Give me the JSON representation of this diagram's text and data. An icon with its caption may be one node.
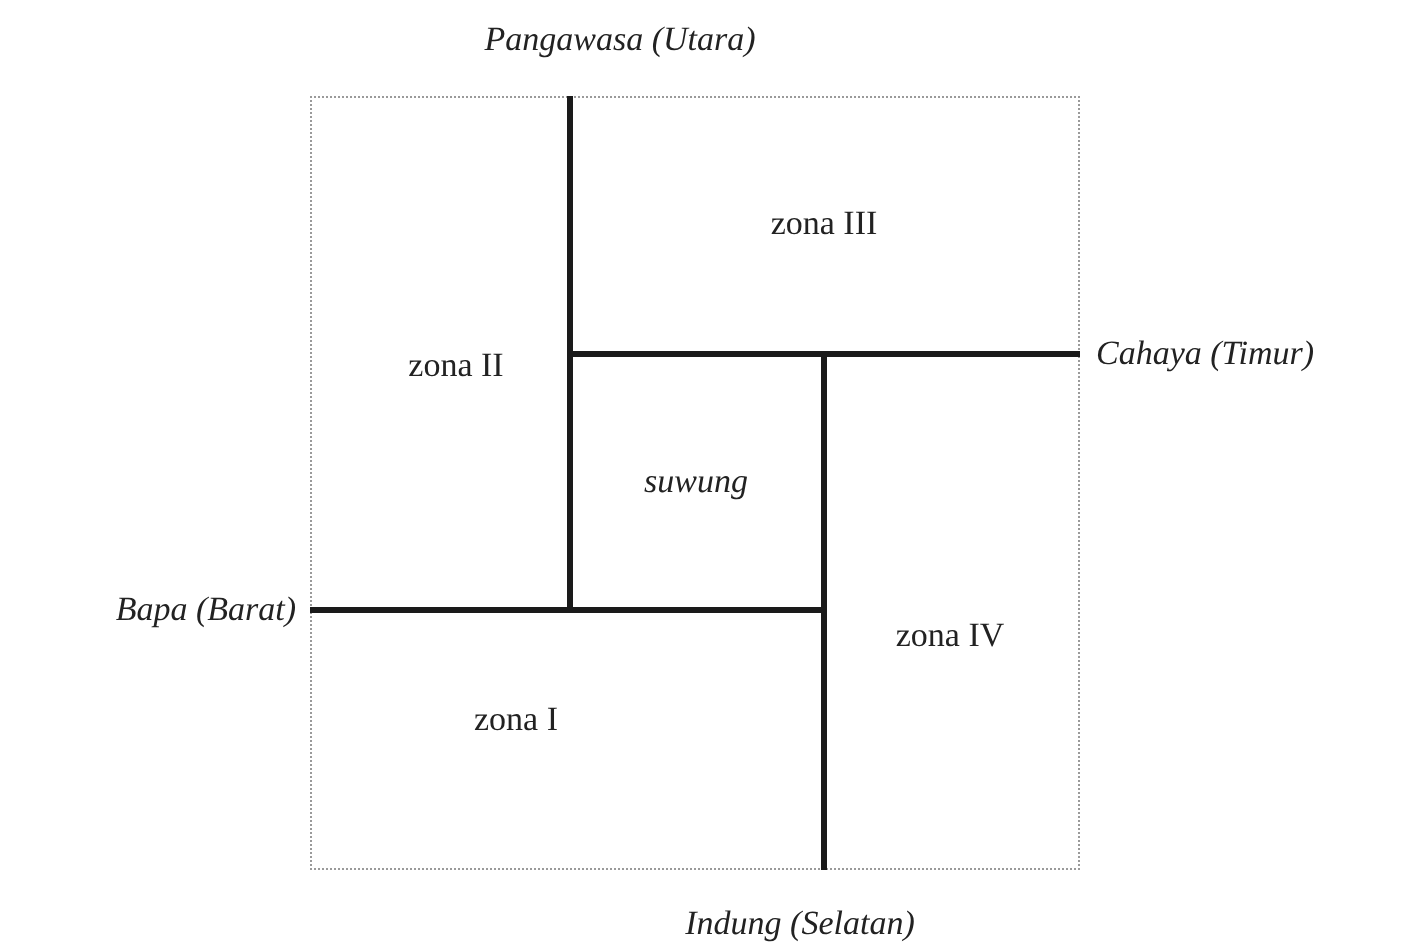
{
  "diagram": {
    "labels": [
      "Pangawasa (Utara)",
      "zona III",
      "zona II",
      "Cahaya (Timur)",
      "suwung",
      "Bapa (Barat)",
      "zona IV",
      "zona I",
      "Indung (Selatan)"
    ]
  }
}
